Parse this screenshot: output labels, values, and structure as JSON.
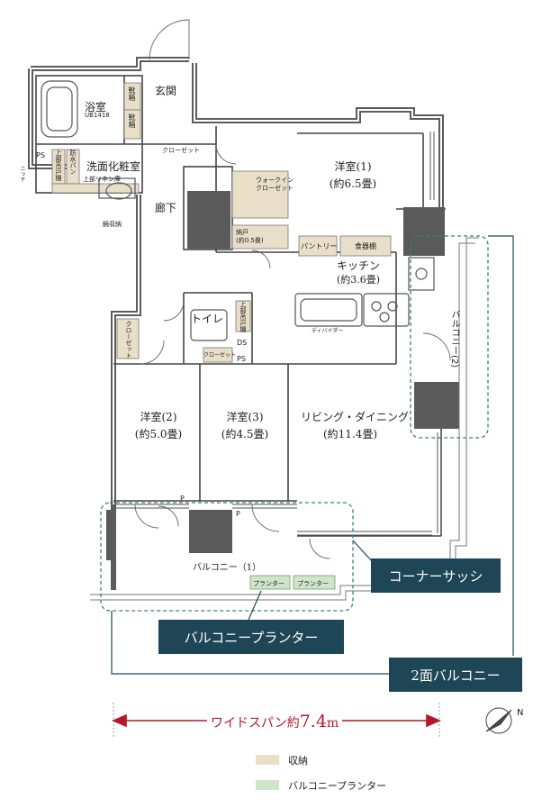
{
  "rooms": {
    "bath": "浴室",
    "bath_unit": "UB1418",
    "entrance": "玄関",
    "washroom": "洗面化粧室",
    "hallway": "廊下",
    "western1": "洋室(1)",
    "western1_size": "(約6.5畳)",
    "western2": "洋室(2)",
    "western2_size": "(約5.0畳)",
    "western3": "洋室(3)",
    "western3_size": "(約4.5畳)",
    "toilet": "トイレ",
    "kitchen": "キッチン",
    "kitchen_size": "(約3.6畳)",
    "living": "リビング・ダイニング",
    "living_size": "(約11.4畳)",
    "balcony1": "バルコニー（1）",
    "balcony2": "バルコニー(2)"
  },
  "fixtures": {
    "shoe_box_a": "靴箱",
    "shoe_box_b": "靴箱",
    "closet_top": "クローゼット",
    "walkin_closet": "ウォークイン\nクローゼット",
    "storage_door": "納戸\n(約0.5畳)",
    "pantry": "パントリー",
    "dish_shelf": "食器棚",
    "closet_w2": "クローゼット",
    "closet_w3": "クローゼット",
    "upper_storage_toilet": "上部吊戸棚",
    "upper_storage_wash": "上部吊戸棚",
    "waterproof_pan": "防水パン",
    "linen": "上部リネン庫",
    "mirror_storage": "鏡収納",
    "ps1": "PS",
    "ps2": "PS",
    "ds": "DS",
    "niche": "ニッチ",
    "divider": "ディバイダー",
    "p1": "P",
    "p2": "P",
    "planter1": "プランター",
    "planter2": "プランター"
  },
  "callouts": {
    "corner_sash": "コーナーサッシ",
    "balcony_planter": "バルコニープランター",
    "two_sided_balcony": "2面バルコニー"
  },
  "span": {
    "prefix": "ワイドスパン約",
    "value": "7.4",
    "unit": "m"
  },
  "compass": {
    "label": "N"
  },
  "legend": [
    {
      "label": "収納",
      "color": "#e9dfc9"
    },
    {
      "label": "バルコニープランター",
      "color": "#cfe5c9"
    }
  ],
  "colors": {
    "wall": "#5c5c5c",
    "dark_block": "#5a5a5a",
    "storage": "#e9dfc9",
    "planter": "#cfe5c9",
    "callout": "#1f4656",
    "dash": "#3f7a86",
    "span": "#b5172b"
  }
}
